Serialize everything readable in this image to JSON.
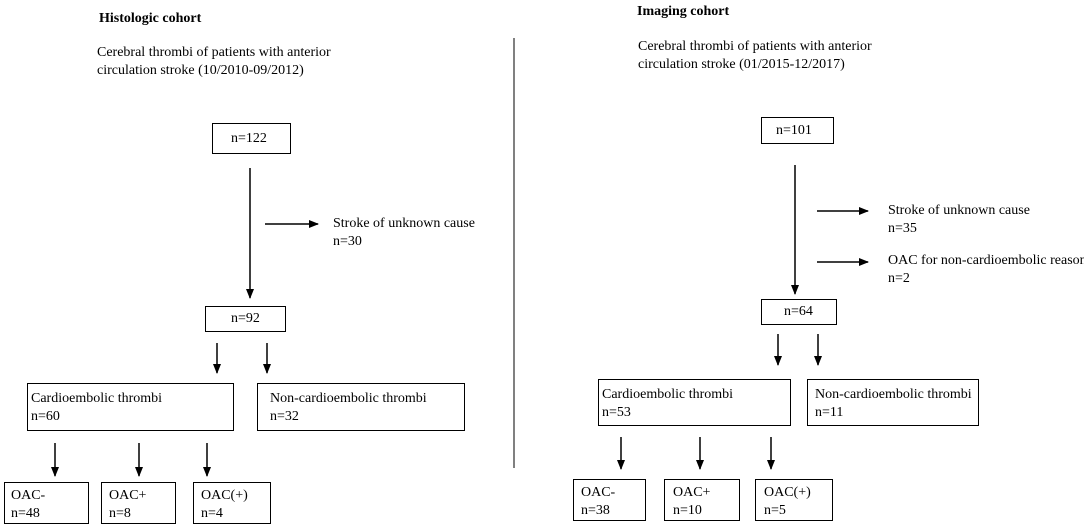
{
  "histologic": {
    "title": "Histologic cohort",
    "desc_line1": "Cerebral thrombi of patients with anterior",
    "desc_line2": "circulation stroke (10/2010-09/2012)",
    "total": "n=122",
    "excluded_1_label": "Stroke of unknown cause",
    "excluded_1_n": "n=30",
    "included": "n=92",
    "cardio_label": "Cardioembolic thrombi",
    "cardio_n": "n=60",
    "noncardio_label": "Non-cardioembolic thrombi",
    "noncardio_n": "n=32",
    "oac_minus_label": "OAC-",
    "oac_minus_n": "n=48",
    "oac_plus_label": "OAC+",
    "oac_plus_n": "n=8",
    "oac_paren_label": "OAC(+)",
    "oac_paren_n": "n=4"
  },
  "imaging": {
    "title": "Imaging cohort",
    "desc_line1": "Cerebral thrombi of patients with anterior",
    "desc_line2": "circulation stroke (01/2015-12/2017)",
    "total": "n=101",
    "excluded_1_label": "Stroke of unknown cause",
    "excluded_1_n": "n=35",
    "excluded_2_label": "OAC for non-cardioembolic reason",
    "excluded_2_n": "n=2",
    "included": "n=64",
    "cardio_label": "Cardioembolic thrombi",
    "cardio_n": "n=53",
    "noncardio_label": "Non-cardioembolic thrombi",
    "noncardio_n": "n=11",
    "oac_minus_label": "OAC-",
    "oac_minus_n": "n=38",
    "oac_plus_label": "OAC+",
    "oac_plus_n": "n=10",
    "oac_paren_label": "OAC(+)",
    "oac_paren_n": "n=5"
  }
}
